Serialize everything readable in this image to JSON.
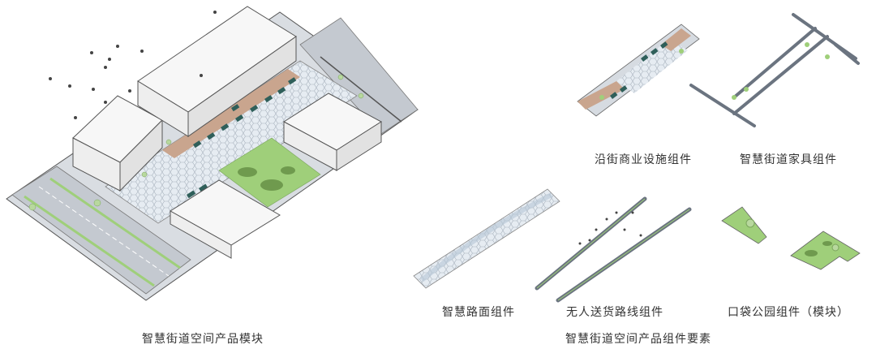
{
  "captions": {
    "main_module": "智慧街道空间产品模块",
    "component_elements": "智慧街道空间产品组件要素",
    "commercial": "沿街商业设施组件",
    "furniture": "智慧街道家具组件",
    "pavement": "智慧路面组件",
    "delivery": "无人送货路线组件",
    "pocket_park": "口袋公园组件（模块）"
  },
  "colors": {
    "building": "#f4f4f4",
    "building_edge": "#666666",
    "road": "#c7ccd3",
    "pavement_hex": "#e3e9ef",
    "green": "#9fcf7a",
    "brown": "#c9a58e",
    "car": "#2f5f5a",
    "track": "#6b7480"
  }
}
